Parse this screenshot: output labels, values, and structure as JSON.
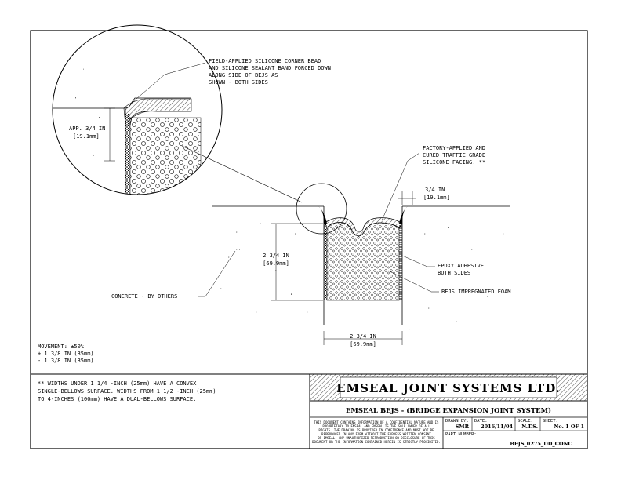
{
  "callout_detail": {
    "note_lines": [
      "FIELD-APPLIED SILICONE CORNER BEAD",
      "AND SILICONE SEALANT BAND FORCED DOWN",
      "ALONG SIDE OF BEJS AS",
      "SHOWN - BOTH SIDES"
    ],
    "depth_dim": [
      "APP. 3/4 IN",
      "[19.1mm]"
    ]
  },
  "main_detail": {
    "facing_note": [
      "FACTORY-APPLIED AND",
      "CURED TRAFFIC GRADE",
      "SILICONE FACING. **"
    ],
    "top_dim": [
      "3/4 IN",
      "[19.1mm]"
    ],
    "height_dim": [
      "2 3/4 IN",
      "[69.9mm]"
    ],
    "epoxy_note": [
      "EPOXY ADHESIVE",
      "BOTH SIDES"
    ],
    "foam_note": "BEJS IMPREGNATED FOAM",
    "concrete_note": "CONCRETE - BY OTHERS",
    "width_dim": [
      "2 3/4 IN",
      "[69.9mm]"
    ]
  },
  "movement": {
    "heading": "MOVEMENT: ±50%",
    "plus": "+ 1 3/8 IN (35mm)",
    "minus": "- 1 3/8 IN (35mm)"
  },
  "footnote": [
    "** WIDTHS UNDER 1 1/4 -INCH (25mm) HAVE A CONVEX",
    "SINGLE-BELLOWS SURFACE. WIDTHS FROM 1 1/2 -INCH (25mm)",
    "TO 4-INCHES (100mm) HAVE A DUAL-BELLOWS SURFACE."
  ],
  "title_block": {
    "company": "EMSEAL JOINT SYSTEMS LTD.",
    "product": "EMSEAL BEJS - (BRIDGE EXPANSION JOINT SYSTEM)",
    "disclaimer": [
      "THIS DOCUMENT CONTAINS INFORMATION OF A CONFIDENTIAL NATURE AND IS",
      "PROPRIETARY TO EMSEAL AND EMSEAL IS THE SOLE OWNER OF ALL",
      "RIGHTS. THE DRAWING IS PROVIDED IN CONFIDENCE AND MUST NOT BE",
      "REPRODUCED IN ANY FORM WITHOUT THE EXPRESS WRITTEN CONSENT",
      "OF EMSEAL. ANY UNAUTHORIZED REPRODUCTION OR DISCLOSURE OF THIS",
      "DOCUMENT OR THE INFORMATION CONTAINED HEREIN IS STRICTLY PROHIBITED."
    ],
    "drawn_by_label": "DRAWN BY:",
    "drawn_by": "SMR",
    "date_label": "DATE:",
    "date": "2016/11/04",
    "scale_label": "SCALE:",
    "scale": "N.T.S.",
    "sheet_label": "SHEET:",
    "sheet": "No. 1 OF 1",
    "part_number_label": "PART NUMBER:",
    "part_number": "BEJS_0275_DD_CONC"
  }
}
